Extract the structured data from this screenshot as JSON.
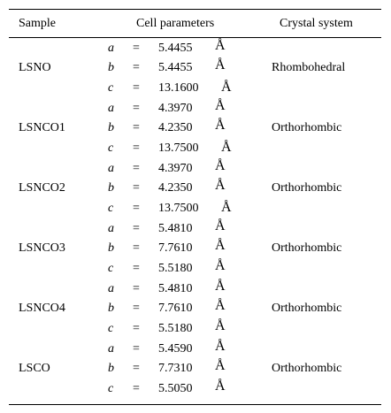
{
  "table": {
    "headers": {
      "sample": "Sample",
      "cell_parameters": "Cell parameters",
      "crystal_system": "Crystal system"
    },
    "rows": [
      {
        "sample": "LSNO",
        "crystal_system": "Rhombohedral",
        "params": [
          {
            "symbol": "a",
            "equals": "=",
            "value": "5.4455",
            "unit": "Å"
          },
          {
            "symbol": "b",
            "equals": "=",
            "value": "5.4455",
            "unit": "Å"
          },
          {
            "symbol": "c",
            "equals": "=",
            "value": "13.1600",
            "unit": "Å"
          }
        ]
      },
      {
        "sample": "LSNCO1",
        "crystal_system": "Orthorhombic",
        "params": [
          {
            "symbol": "a",
            "equals": "=",
            "value": "4.3970",
            "unit": "Å"
          },
          {
            "symbol": "b",
            "equals": "=",
            "value": "4.2350",
            "unit": "Å"
          },
          {
            "symbol": "c",
            "equals": "=",
            "value": "13.7500",
            "unit": "Å"
          }
        ]
      },
      {
        "sample": "LSNCO2",
        "crystal_system": "Orthorhombic",
        "params": [
          {
            "symbol": "a",
            "equals": "=",
            "value": "4.3970",
            "unit": "Å"
          },
          {
            "symbol": "b",
            "equals": "=",
            "value": "4.2350",
            "unit": "Å"
          },
          {
            "symbol": "c",
            "equals": "=",
            "value": "13.7500",
            "unit": "Å"
          }
        ]
      },
      {
        "sample": "LSNCO3",
        "crystal_system": "Orthorhombic",
        "params": [
          {
            "symbol": "a",
            "equals": "=",
            "value": "5.4810",
            "unit": "Å"
          },
          {
            "symbol": "b",
            "equals": "=",
            "value": "7.7610",
            "unit": "Å"
          },
          {
            "symbol": "c",
            "equals": "=",
            "value": "5.5180",
            "unit": "Å"
          }
        ]
      },
      {
        "sample": "LSNCO4",
        "crystal_system": "Orthorhombic",
        "params": [
          {
            "symbol": "a",
            "equals": "=",
            "value": "5.4810",
            "unit": "Å"
          },
          {
            "symbol": "b",
            "equals": "=",
            "value": "7.7610",
            "unit": "Å"
          },
          {
            "symbol": "c",
            "equals": "=",
            "value": "5.5180",
            "unit": "Å"
          }
        ]
      },
      {
        "sample": "LSCO",
        "crystal_system": "Orthorhombic",
        "params": [
          {
            "symbol": "a",
            "equals": "=",
            "value": "5.4590",
            "unit": "Å"
          },
          {
            "symbol": "b",
            "equals": "=",
            "value": "7.7310",
            "unit": "Å"
          },
          {
            "symbol": "c",
            "equals": "=",
            "value": "5.5050",
            "unit": "Å"
          }
        ]
      }
    ]
  }
}
